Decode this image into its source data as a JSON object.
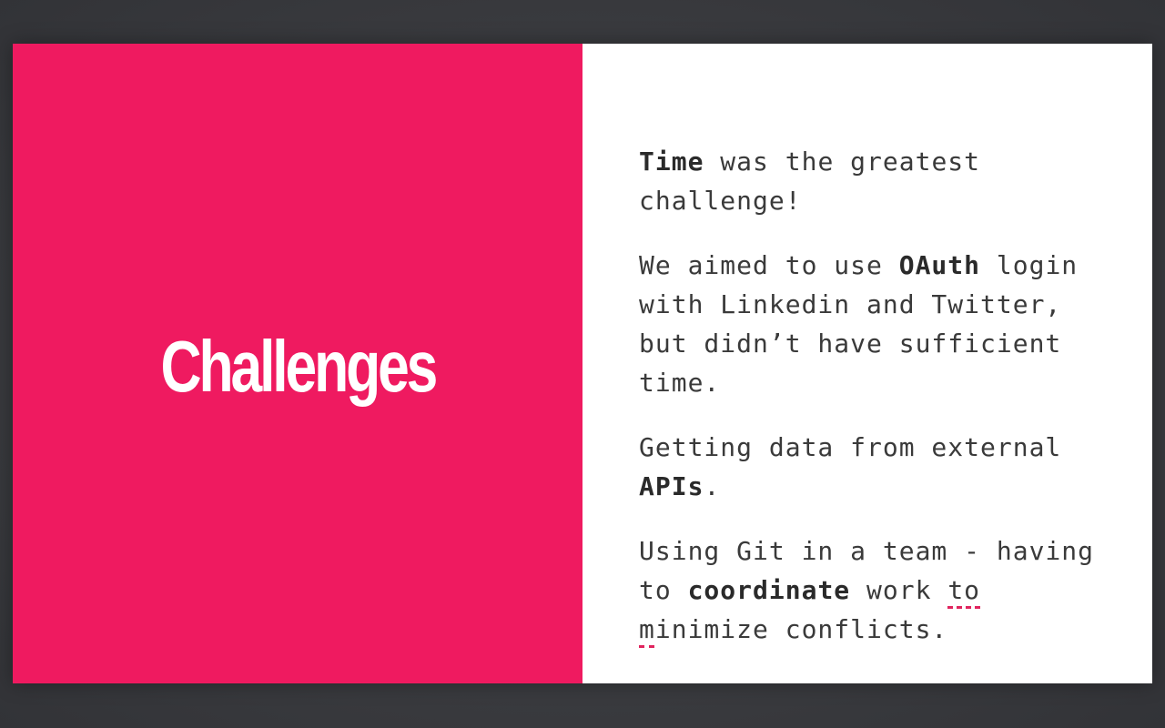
{
  "slide": {
    "title": "Challenges",
    "accent_color": "#ef1a60",
    "paragraphs": [
      {
        "segments": [
          {
            "text": "Time",
            "bold": true
          },
          {
            "text": " was the greatest challenge!",
            "bold": false
          }
        ]
      },
      {
        "segments": [
          {
            "text": "We aimed to use ",
            "bold": false
          },
          {
            "text": "OAuth",
            "bold": true
          },
          {
            "text": " login with Linkedin and Twitter, but didn’t have sufficient time.",
            "bold": false
          }
        ]
      },
      {
        "segments": [
          {
            "text": "Getting data from external ",
            "bold": false
          },
          {
            "text": "APIs",
            "bold": true
          },
          {
            "text": ".",
            "bold": false
          }
        ]
      },
      {
        "segments": [
          {
            "text": "Using Git in a team - having to ",
            "bold": false
          },
          {
            "text": "coordinate",
            "bold": true
          },
          {
            "text": " work ",
            "bold": false
          },
          {
            "text": "to m",
            "bold": false,
            "spellcheck": true
          },
          {
            "text": "inimize conflicts.",
            "bold": false
          }
        ]
      }
    ]
  }
}
